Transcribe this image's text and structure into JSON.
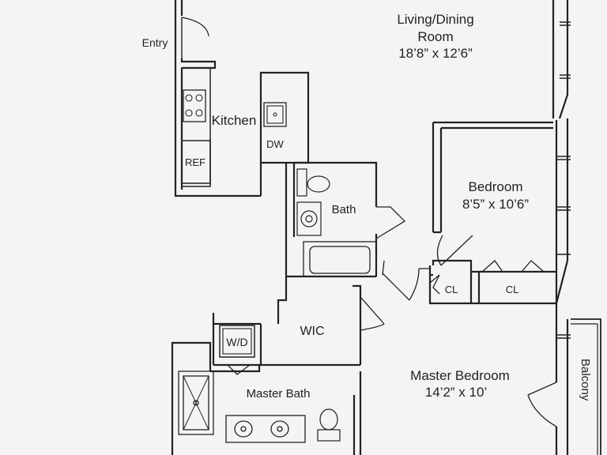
{
  "rooms": {
    "living": {
      "name1": "Living/Dining",
      "name2": "Room",
      "size": "18’8” x 12’6”"
    },
    "entry": "Entry",
    "kitchen": "Kitchen",
    "dw": "DW",
    "ref": "REF",
    "bedroom": {
      "name": "Bedroom",
      "size": "8’5” x 10’6”"
    },
    "bath": "Bath",
    "cl1": "CL",
    "cl2": "CL",
    "wic": "WIC",
    "wd": "W/D",
    "master_bedroom": {
      "name": "Master Bedroom",
      "size": "14’2” x 10’"
    },
    "master_bath": "Master Bath",
    "balcony": "Balcony"
  }
}
